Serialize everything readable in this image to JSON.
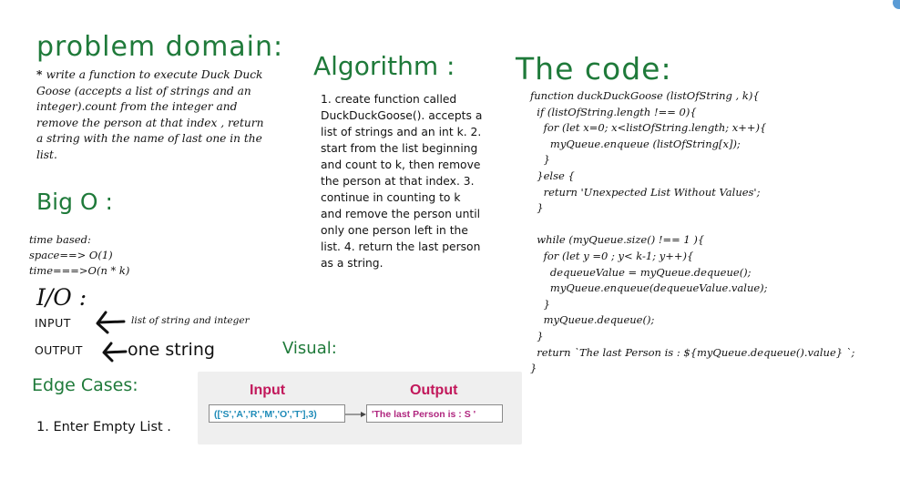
{
  "problem": {
    "title": "problem domain:",
    "text_prefix": "* ",
    "text": "write a function to execute Duck Duck Goose (accepts a list of strings and an integer).count from the integer and remove the person at that index , return a string with the name of last one in the list."
  },
  "big_o": {
    "title": "Big O :",
    "lines": [
      "time based:",
      "space==> O(1)",
      "time===>O(n * k)"
    ]
  },
  "io": {
    "title": "I/O :",
    "input_label": "INPUT",
    "input_desc": "list of string and integer",
    "output_label": "OUTPUT",
    "output_desc": "one string"
  },
  "edge_cases": {
    "title": "Edge Cases:",
    "text": "1. Enter Empty List ."
  },
  "algorithm": {
    "title": "Algorithm :",
    "text": "1. create function called DuckDuckGoose(). accepts a list of strings and an int k. 2. start from the list beginning and count to k, then remove the person at that index. 3. continue in counting to k and remove the person until only one person left in the list. 4. return the last person as a string."
  },
  "code": {
    "title": "The code:",
    "source": "function duckDuckGoose (listOfString , k){\n  if (listOfString.length !== 0){\n    for (let x=0; x<listOfString.length; x++){\n      myQueue.enqueue (listOfString[x]);\n    }\n  }else {\n    return 'Unexpected List Without Values';\n  }\n\n  while (myQueue.size() !== 1 ){\n    for (let y =0 ; y< k-1; y++){\n      dequeueValue = myQueue.dequeue();\n      myQueue.enqueue(dequeueValue.value);\n    }\n    myQueue.dequeue();\n  }\n  return `The last Person is : ${myQueue.dequeue().value} `;\n}"
  },
  "visual": {
    "title": "Visual:",
    "input_label": "Input",
    "output_label": "Output",
    "input_value": "(['S','A','R','M','O','T'],3)",
    "output_value": "'The last Person is : S '"
  },
  "colors": {
    "heading_green": "#1f7a3a",
    "visual_label": "#c2185b",
    "input_value": "#1e8bb8",
    "output_value": "#b0277f",
    "panel_bg": "#efefef"
  }
}
